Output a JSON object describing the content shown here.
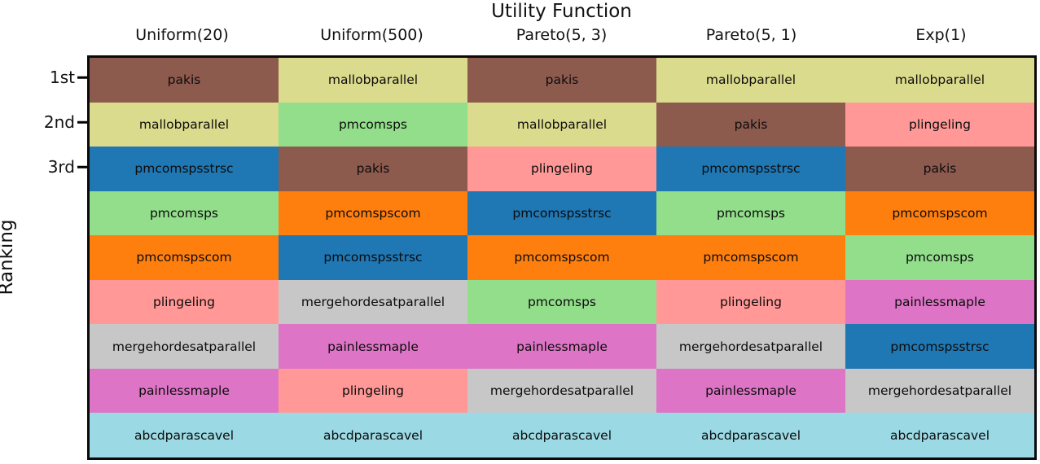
{
  "title": "Utility Function",
  "ylabel": "Ranking",
  "columns": [
    "Uniform(20)",
    "Uniform(500)",
    "Pareto(5, 3)",
    "Pareto(5, 1)",
    "Exp(1)"
  ],
  "rank_tick_labels": [
    "1st",
    "2nd",
    "3rd"
  ],
  "solver_colors": {
    "pakis": "#8D5A4E",
    "mallobparallel": "#DBDB8D",
    "pmcomspsstrsc": "#1F77B4",
    "pmcomsps": "#92DE8B",
    "pmcomspscom": "#FF7F0E",
    "plingeling": "#FF9896",
    "mergehordesatparallel": "#C7C7C7",
    "painlessmaple": "#DD74C6",
    "abcdparascavel": "#9BD9E4"
  },
  "grid": [
    [
      "pakis",
      "mallobparallel",
      "pakis",
      "mallobparallel",
      "mallobparallel"
    ],
    [
      "mallobparallel",
      "pmcomsps",
      "mallobparallel",
      "pakis",
      "plingeling"
    ],
    [
      "pmcomspsstrsc",
      "pakis",
      "plingeling",
      "pmcomspsstrsc",
      "pakis"
    ],
    [
      "pmcomsps",
      "pmcomspscom",
      "pmcomspsstrsc",
      "pmcomsps",
      "pmcomspscom"
    ],
    [
      "pmcomspscom",
      "pmcomspsstrsc",
      "pmcomspscom",
      "pmcomspscom",
      "pmcomsps"
    ],
    [
      "plingeling",
      "mergehordesatparallel",
      "pmcomsps",
      "plingeling",
      "painlessmaple"
    ],
    [
      "mergehordesatparallel",
      "painlessmaple",
      "painlessmaple",
      "mergehordesatparallel",
      "pmcomspsstrsc"
    ],
    [
      "painlessmaple",
      "plingeling",
      "mergehordesatparallel",
      "painlessmaple",
      "mergehordesatparallel"
    ],
    [
      "abcdparascavel",
      "abcdparascavel",
      "abcdparascavel",
      "abcdparascavel",
      "abcdparascavel"
    ]
  ],
  "chart_data": {
    "type": "heatmap",
    "title": "Utility Function",
    "xlabel": "",
    "ylabel": "Ranking",
    "categories": [
      "Uniform(20)",
      "Uniform(500)",
      "Pareto(5, 3)",
      "Pareto(5, 1)",
      "Exp(1)"
    ],
    "y_tick_labels": [
      "1st",
      "2nd",
      "3rd"
    ],
    "n_ranks": 9,
    "legend": "none",
    "grid_lines": "off",
    "series": [
      {
        "name": "Uniform(20)",
        "values": [
          "pakis",
          "mallobparallel",
          "pmcomspsstrsc",
          "pmcomsps",
          "pmcomspscom",
          "plingeling",
          "mergehordesatparallel",
          "painlessmaple",
          "abcdparascavel"
        ]
      },
      {
        "name": "Uniform(500)",
        "values": [
          "mallobparallel",
          "pmcomsps",
          "pakis",
          "pmcomspscom",
          "pmcomspsstrsc",
          "mergehordesatparallel",
          "painlessmaple",
          "plingeling",
          "abcdparascavel"
        ]
      },
      {
        "name": "Pareto(5, 3)",
        "values": [
          "pakis",
          "mallobparallel",
          "plingeling",
          "pmcomspsstrsc",
          "pmcomspscom",
          "pmcomsps",
          "painlessmaple",
          "mergehordesatparallel",
          "abcdparascavel"
        ]
      },
      {
        "name": "Pareto(5, 1)",
        "values": [
          "mallobparallel",
          "pakis",
          "pmcomspsstrsc",
          "pmcomsps",
          "pmcomspscom",
          "plingeling",
          "mergehordesatparallel",
          "painlessmaple",
          "abcdparascavel"
        ]
      },
      {
        "name": "Exp(1)",
        "values": [
          "mallobparallel",
          "plingeling",
          "pakis",
          "pmcomspscom",
          "pmcomsps",
          "painlessmaple",
          "pmcomspsstrsc",
          "mergehordesatparallel",
          "abcdparascavel"
        ]
      }
    ]
  }
}
